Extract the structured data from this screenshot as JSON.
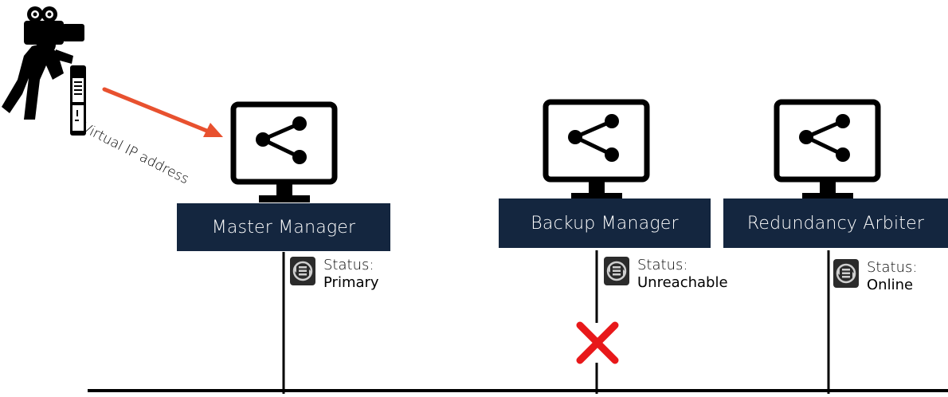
{
  "diagram": {
    "arrow_label": "Virtual IP address",
    "nodes": [
      {
        "id": "master",
        "label": "Master Manager",
        "status_label": "Status:",
        "status_value": "Primary"
      },
      {
        "id": "backup",
        "label": "Backup Manager",
        "status_label": "Status:",
        "status_value": "Unreachable",
        "link_broken": true
      },
      {
        "id": "arbiter",
        "label": "Redundancy Arbiter",
        "status_label": "Status:",
        "status_value": "Online"
      }
    ],
    "colors": {
      "node_label_bg": "#14263f",
      "arrow": "#e8512f",
      "failure_mark": "#e8181a",
      "lines": "#000000"
    },
    "icons": {
      "client": "photographer-with-camera-icon",
      "device": "gateway-device-icon",
      "monitor": "monitor-share-icon",
      "status": "redundancy-sync-icon",
      "failure": "red-x-icon"
    }
  }
}
